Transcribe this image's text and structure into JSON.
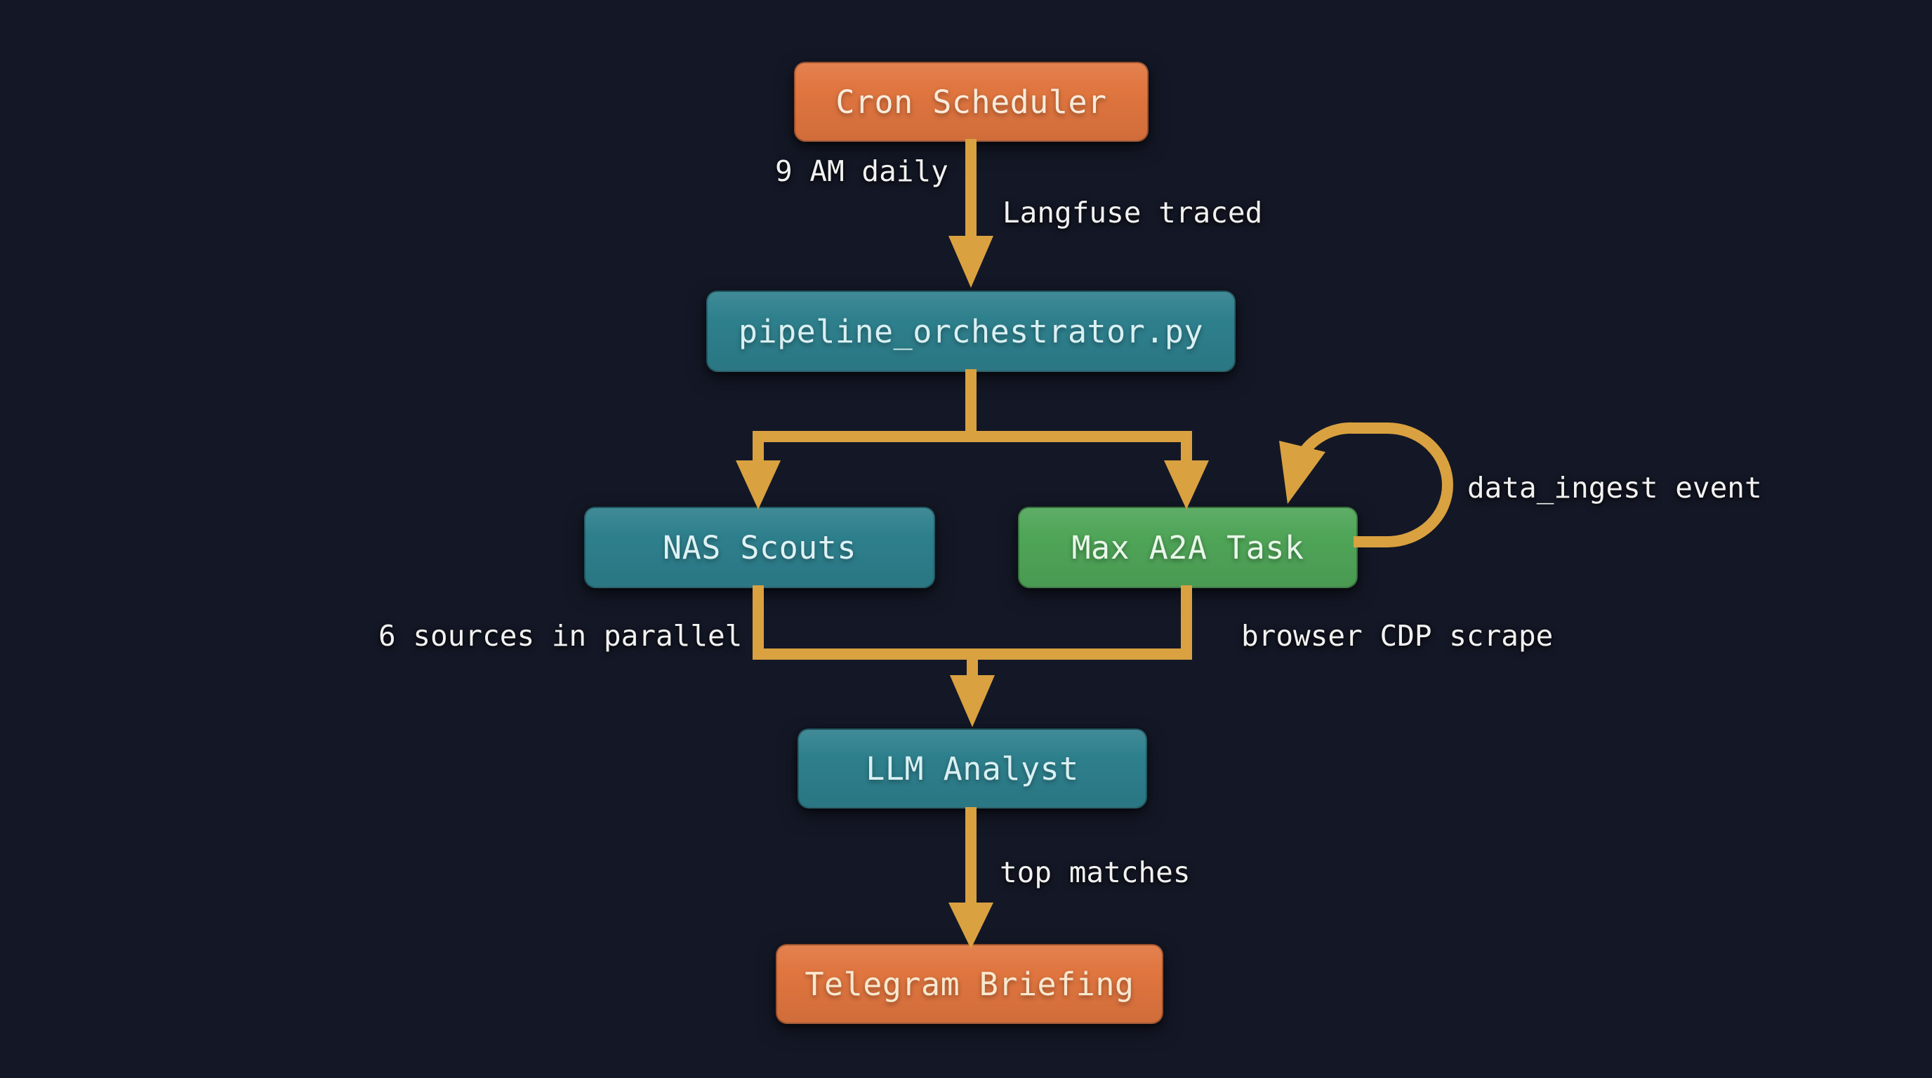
{
  "diagram": {
    "background_color": "#141826",
    "arrow_color": "#D9A140",
    "nodes": [
      {
        "id": "cron-scheduler",
        "label": "Cron Scheduler",
        "fill": "#E0753F",
        "text_color": "#F8EBDB"
      },
      {
        "id": "pipeline-orchestrator",
        "label": "pipeline_orchestrator.py",
        "fill": "#2E7F8D",
        "text_color": "#D9F0F2"
      },
      {
        "id": "nas-scouts",
        "label": "NAS Scouts",
        "fill": "#2E7F8D",
        "text_color": "#DFF2F4"
      },
      {
        "id": "max-a2a-task",
        "label": "Max A2A Task",
        "fill": "#4FA558",
        "text_color": "#E9F7EA"
      },
      {
        "id": "llm-analyst",
        "label": "LLM Analyst",
        "fill": "#2E7F8D",
        "text_color": "#D9F0F2"
      },
      {
        "id": "telegram-briefing",
        "label": "Telegram Briefing",
        "fill": "#E0753F",
        "text_color": "#F8E8CF"
      }
    ],
    "edges": [
      {
        "from": "cron-scheduler",
        "to": "pipeline-orchestrator",
        "labels": [
          "9 AM daily",
          "Langfuse traced"
        ]
      },
      {
        "from": "pipeline-orchestrator",
        "to": "nas-scouts"
      },
      {
        "from": "pipeline-orchestrator",
        "to": "max-a2a-task"
      },
      {
        "from": "max-a2a-task",
        "to": "max-a2a-task",
        "labels": [
          "data_ingest event"
        ]
      },
      {
        "from": "nas-scouts",
        "to": "llm-analyst",
        "labels": [
          "6 sources in parallel"
        ]
      },
      {
        "from": "max-a2a-task",
        "to": "llm-analyst",
        "labels": [
          "browser CDP scrape"
        ]
      },
      {
        "from": "llm-analyst",
        "to": "telegram-briefing",
        "labels": [
          "top matches"
        ]
      }
    ],
    "edge_labels": {
      "nine_am_daily": "9 AM daily",
      "langfuse_traced": "Langfuse traced",
      "data_ingest_event": "data_ingest event",
      "six_sources": "6 sources in parallel",
      "browser_cdp": "browser CDP scrape",
      "top_matches": "top matches"
    }
  }
}
